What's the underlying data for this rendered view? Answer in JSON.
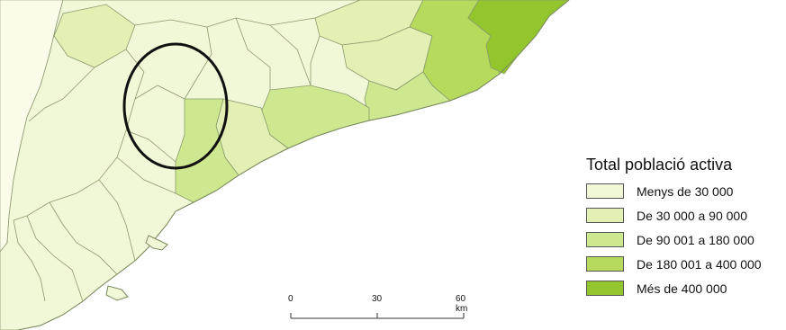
{
  "legend": {
    "title": "Total població activa",
    "classes": [
      {
        "label": "Menys de 30 000",
        "color": "#f1f8d7"
      },
      {
        "label": "De 30 000 a 90 000",
        "color": "#e2f0b3"
      },
      {
        "label": "De 90 001 a 180 000",
        "color": "#cde88e"
      },
      {
        "label": "De 180 001 a 400 000",
        "color": "#b5da5c"
      },
      {
        "label": "Més de 400 000",
        "color": "#93c62d"
      }
    ]
  },
  "scale_bar": {
    "labels": [
      "0",
      "30",
      "60 km"
    ]
  },
  "colors": {
    "outside_land": "#fbfbea",
    "sea": "#ffffff",
    "border": "#8a9a6e",
    "highlight_ring": "#111111"
  }
}
